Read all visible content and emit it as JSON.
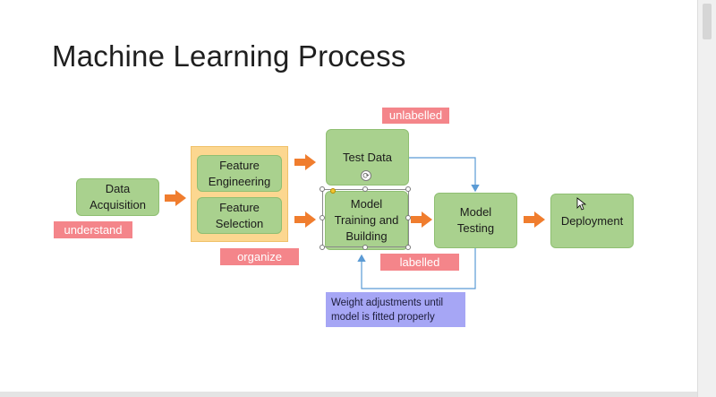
{
  "slide": {
    "title": "Machine Learning Process"
  },
  "steps": {
    "data_acquisition": "Data Acquisition",
    "feature_engineering": "Feature Engineering",
    "feature_selection": "Feature Selection",
    "test_data": "Test Data",
    "model_training": "Model Training and Building",
    "model_testing": "Model Testing",
    "deployment": "Deployment"
  },
  "tags": {
    "understand": "understand",
    "organize": "organize",
    "unlabelled": "unlabelled",
    "labelled": "labelled"
  },
  "note": {
    "text": "Weight adjustments until model is fitted properly"
  },
  "icons": {
    "arrow": "orange-block-arrow",
    "rotate": "rotate-handle-icon",
    "cursor": "move-cursor-icon"
  },
  "colors": {
    "step_fill": "#a9d18e",
    "group_fill": "#fcd790",
    "tag_fill": "#f4858a",
    "note_fill": "#a6a6f5",
    "arrow_fill": "#f07d2e",
    "connector": "#5b9bd5"
  }
}
